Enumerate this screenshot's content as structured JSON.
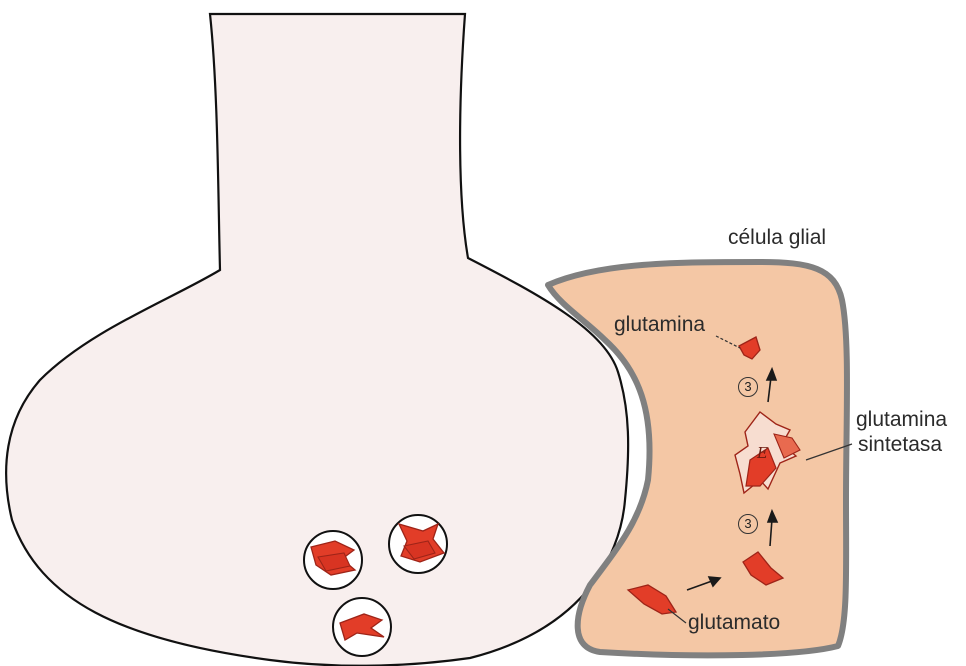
{
  "labels": {
    "glial_cell": "célula glial",
    "glutamine": "glutamina",
    "glutamine_synthetase_line1": "glutamina",
    "glutamine_synthetase_line2": "sintetasa",
    "glutamate": "glutamato",
    "enzyme_letter": "E",
    "step_number": "3"
  },
  "colors": {
    "neuron_fill": "#f8efee",
    "glia_fill": "#f4c7a5",
    "glia_outline": "#808080",
    "molecule": "#e23d28",
    "molecule_dark": "#9e2418"
  }
}
